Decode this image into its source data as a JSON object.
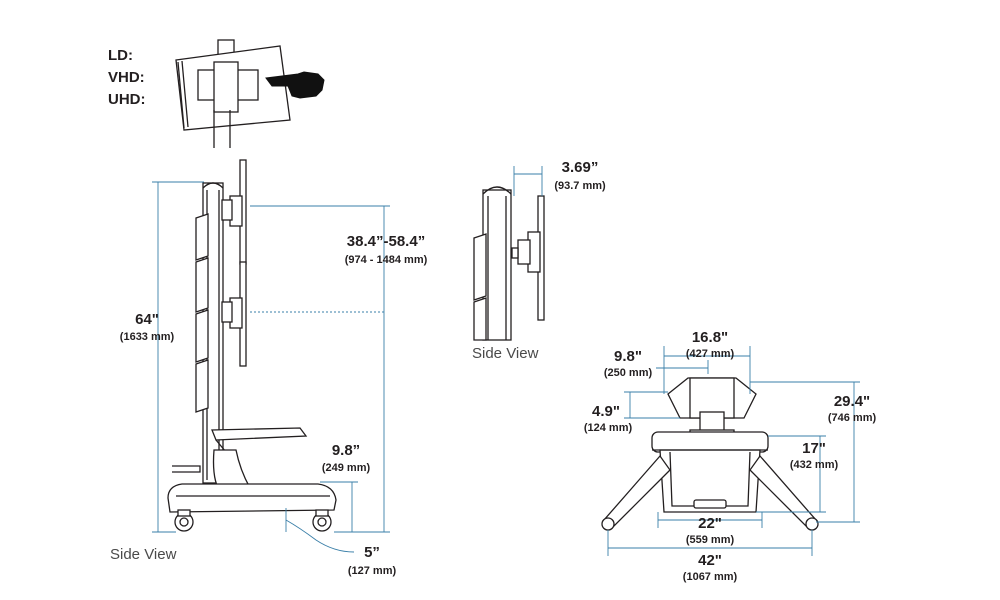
{
  "legend": {
    "ld": "LD:",
    "vhd": "VHD:",
    "uhd": "UHD:"
  },
  "views": {
    "main_side_view": "Side View",
    "detail_side_view": "Side View"
  },
  "dimensions": {
    "total_height": {
      "value": "64\"",
      "metric": "(1633 mm)"
    },
    "monitor_range": {
      "value": "38.4”-58.4”",
      "metric": "(974 - 1484 mm)"
    },
    "shelf_height": {
      "value": "9.8”",
      "metric": "(249 mm)"
    },
    "base_clearance": {
      "value": "5”",
      "metric": "(127 mm)"
    },
    "mount_depth": {
      "value": "3.69”",
      "metric": "(93.7 mm)"
    },
    "top_width": {
      "value": "16.8\"",
      "metric": "(427 mm)"
    },
    "arm_offset": {
      "value": "9.8\"",
      "metric": "(250 mm)"
    },
    "arm_depth": {
      "value": "4.9\"",
      "metric": "(124 mm)"
    },
    "overall_depth": {
      "value": "29.4\"",
      "metric": "(746 mm)"
    },
    "tray_depth": {
      "value": "17\"",
      "metric": "(432 mm)"
    },
    "tray_width": {
      "value": "22\"",
      "metric": "(559 mm)"
    },
    "base_width": {
      "value": "42\"",
      "metric": "(1067 mm)"
    }
  },
  "colors": {
    "line": "#231f20",
    "guide": "#3a7fa8",
    "fill": "#ffffff"
  }
}
